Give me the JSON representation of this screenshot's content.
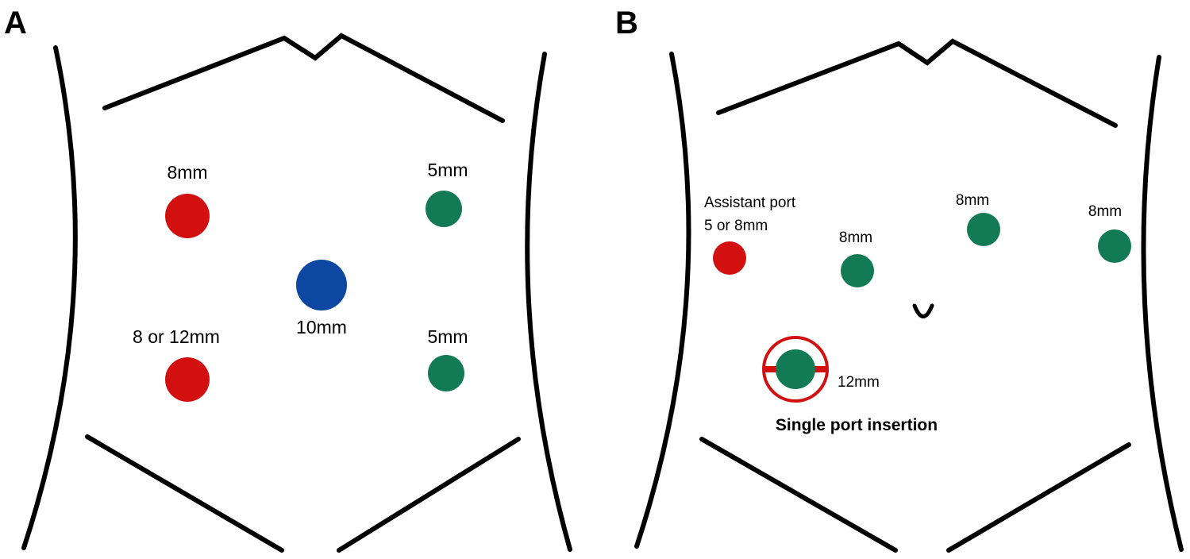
{
  "colors": {
    "red": "#d21010",
    "green": "#127a55",
    "blue": "#0d47a1",
    "outline": "#000000"
  },
  "panel_a": {
    "label": "A",
    "ports": [
      {
        "label": "8mm",
        "color": "red"
      },
      {
        "label": "8 or 12mm",
        "color": "red"
      },
      {
        "label": "10mm",
        "color": "blue"
      },
      {
        "label": "5mm",
        "color": "green"
      },
      {
        "label": "5mm",
        "color": "green"
      }
    ]
  },
  "panel_b": {
    "label": "B",
    "assistant_port": {
      "label_line1": "Assistant port",
      "label_line2": "5 or 8mm",
      "color": "red"
    },
    "ports": [
      {
        "label": "8mm",
        "color": "green"
      },
      {
        "label": "8mm",
        "color": "green"
      },
      {
        "label": "8mm",
        "color": "green"
      }
    ],
    "umbilicus_symbol": "umbilicus-mark",
    "single_port": {
      "label": "12mm",
      "caption": "Single port insertion",
      "ring_color": "red",
      "center_color": "green"
    }
  }
}
